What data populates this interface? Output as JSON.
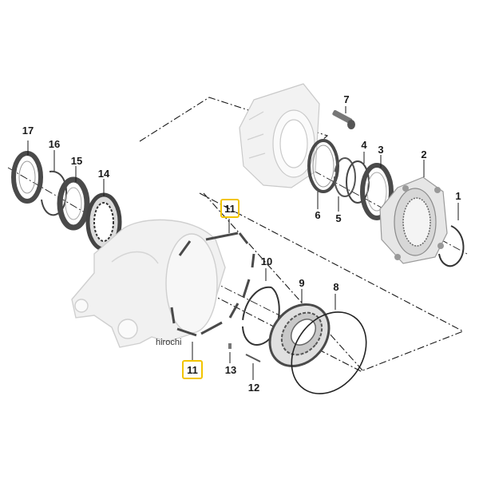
{
  "diagram": {
    "callouts": [
      {
        "id": "c17",
        "label": "17",
        "highlight": false
      },
      {
        "id": "c16",
        "label": "16",
        "highlight": false
      },
      {
        "id": "c15",
        "label": "15",
        "highlight": false
      },
      {
        "id": "c14",
        "label": "14",
        "highlight": false
      },
      {
        "id": "c7",
        "label": "7",
        "highlight": false
      },
      {
        "id": "c4",
        "label": "4",
        "highlight": false
      },
      {
        "id": "c3",
        "label": "3",
        "highlight": false
      },
      {
        "id": "c2",
        "label": "2",
        "highlight": false
      },
      {
        "id": "c1",
        "label": "1",
        "highlight": false
      },
      {
        "id": "c6",
        "label": "6",
        "highlight": false
      },
      {
        "id": "c5",
        "label": "5",
        "highlight": false
      },
      {
        "id": "c11a",
        "label": "11",
        "highlight": true
      },
      {
        "id": "c10",
        "label": "10",
        "highlight": false
      },
      {
        "id": "c9",
        "label": "9",
        "highlight": false
      },
      {
        "id": "c8",
        "label": "8",
        "highlight": false
      },
      {
        "id": "c11b",
        "label": "11",
        "highlight": true
      },
      {
        "id": "c13",
        "label": "13",
        "highlight": false
      },
      {
        "id": "c12",
        "label": "12",
        "highlight": false
      }
    ],
    "watermark": "hirochi",
    "colors": {
      "highlight_border": "#f2c400",
      "part_fill": "#e9e9e9",
      "part_stroke": "#b9b9b9",
      "ring_dark": "#4a4a4a",
      "line": "#1a1a1a"
    }
  }
}
